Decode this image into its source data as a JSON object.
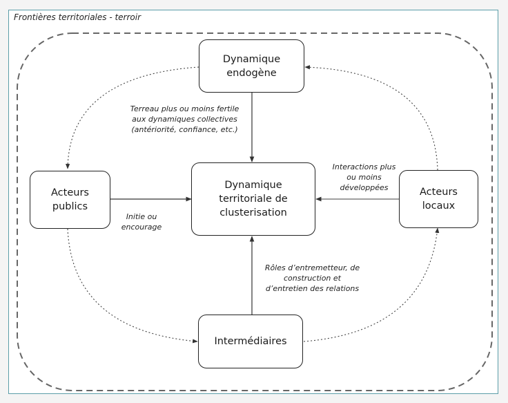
{
  "frame": {
    "title": "Frontières territoriales - terroir"
  },
  "nodes": {
    "endogene": "Dynamique\nendogène",
    "center": "Dynamique\nterritoriale de\nclusterisation",
    "publics": "Acteurs\npublics",
    "locaux": "Acteurs\nlocaux",
    "intermediaires": "Intermédiaires"
  },
  "edge_labels": {
    "endogene_to_center": "Terreau plus ou moins fertile\naux dynamiques collectives\n(antériorité, confiance, etc.)",
    "locaux_to_center": "Interactions plus\nou moins\ndéveloppées",
    "publics_to_center": "Initie ou\nencourage",
    "intermediaires_to_center": "Rôles d’entremetteur, de\nconstruction et\nd’entretien des relations"
  },
  "colors": {
    "frame_border": "#5b9da8",
    "boundary": "#666666",
    "edge": "#333333"
  }
}
